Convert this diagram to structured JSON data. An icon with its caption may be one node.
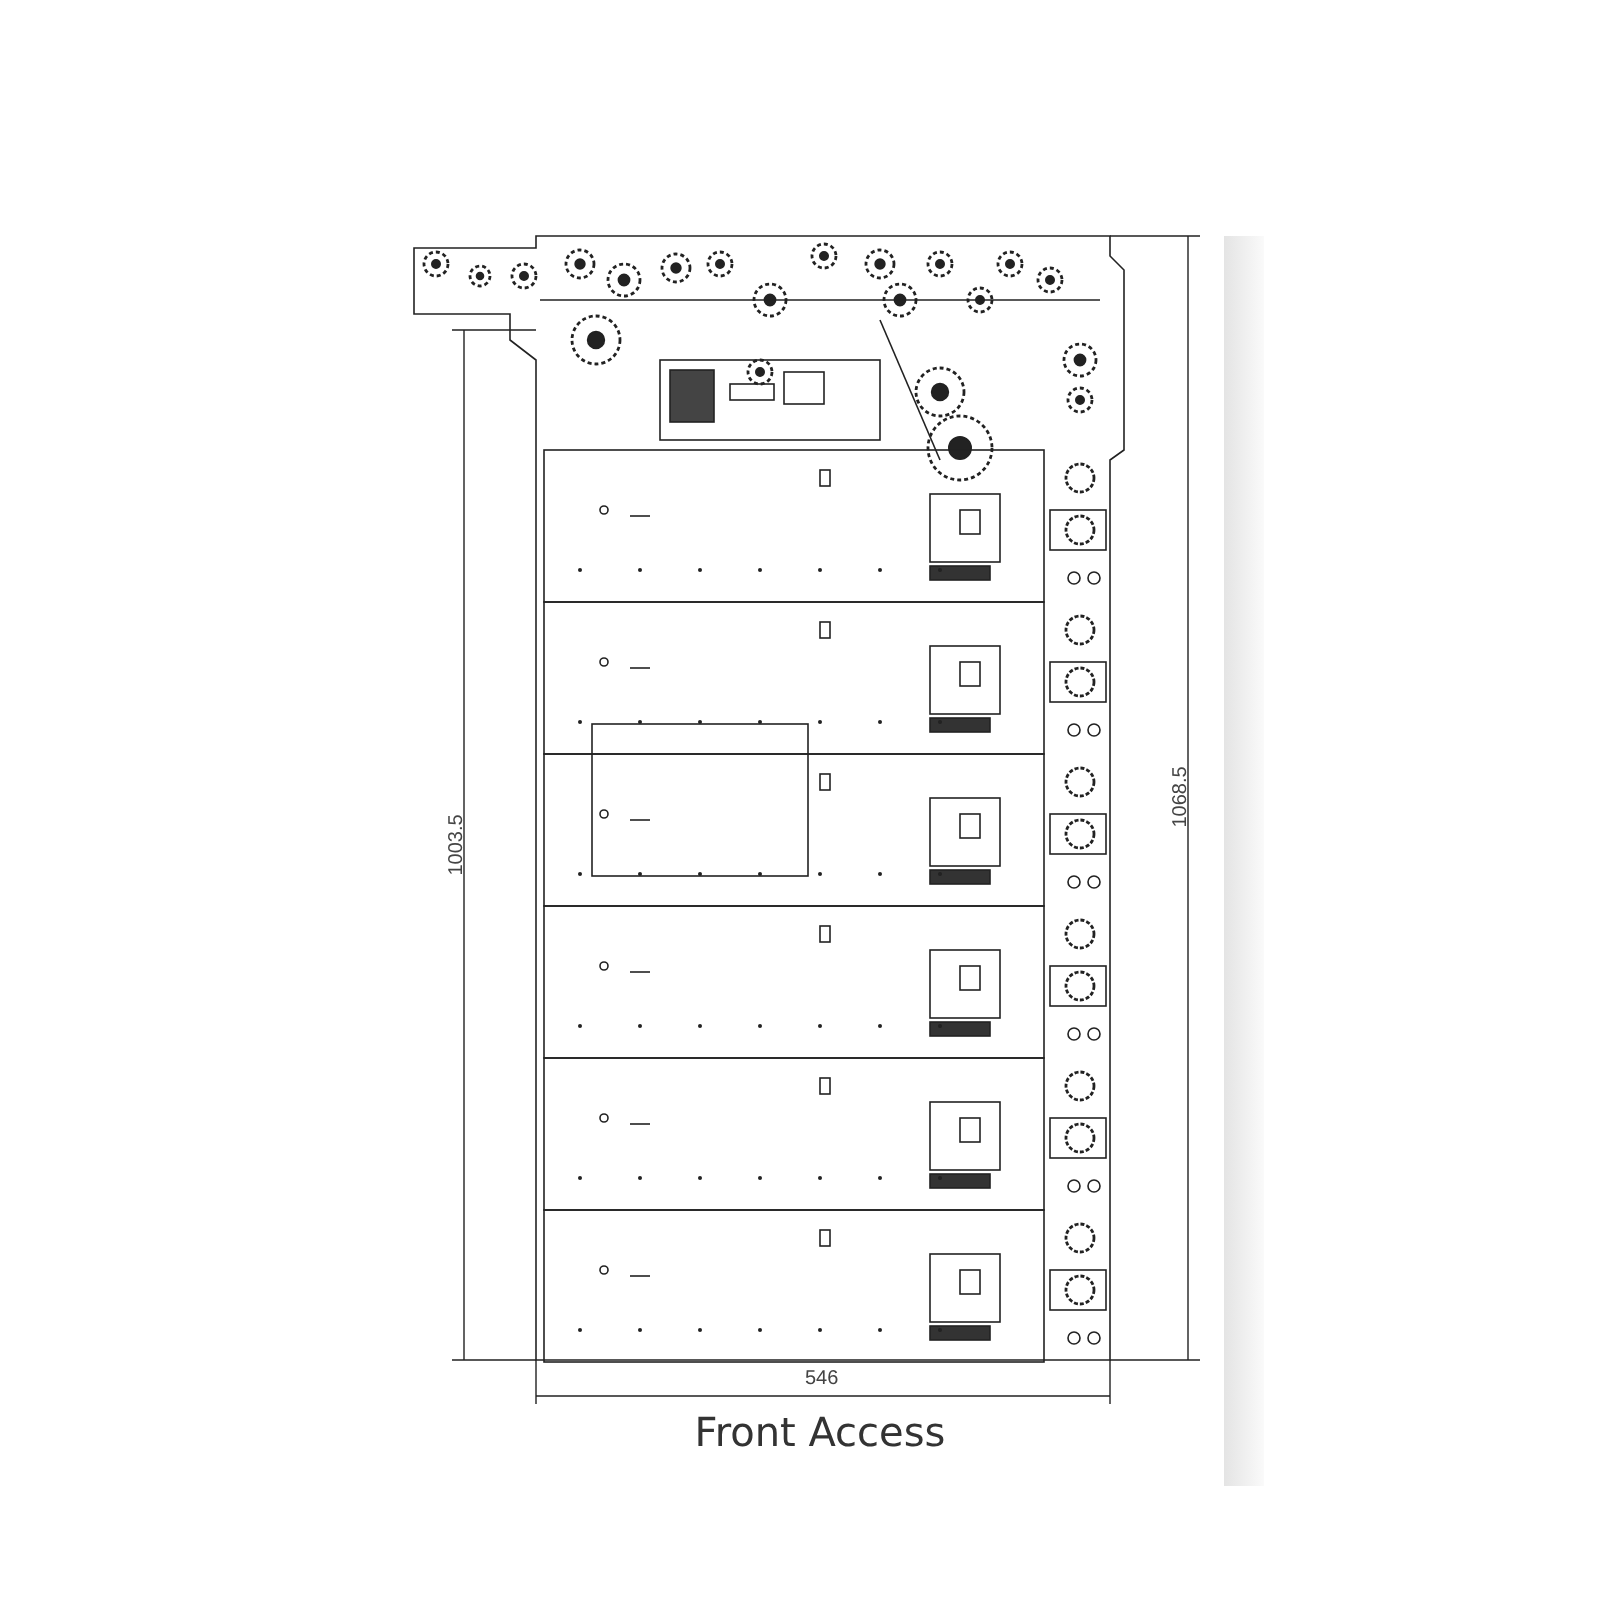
{
  "diagram": {
    "caption": "Front Access",
    "labels": [
      "1003.5",
      "1068.5",
      "546"
    ]
  }
}
